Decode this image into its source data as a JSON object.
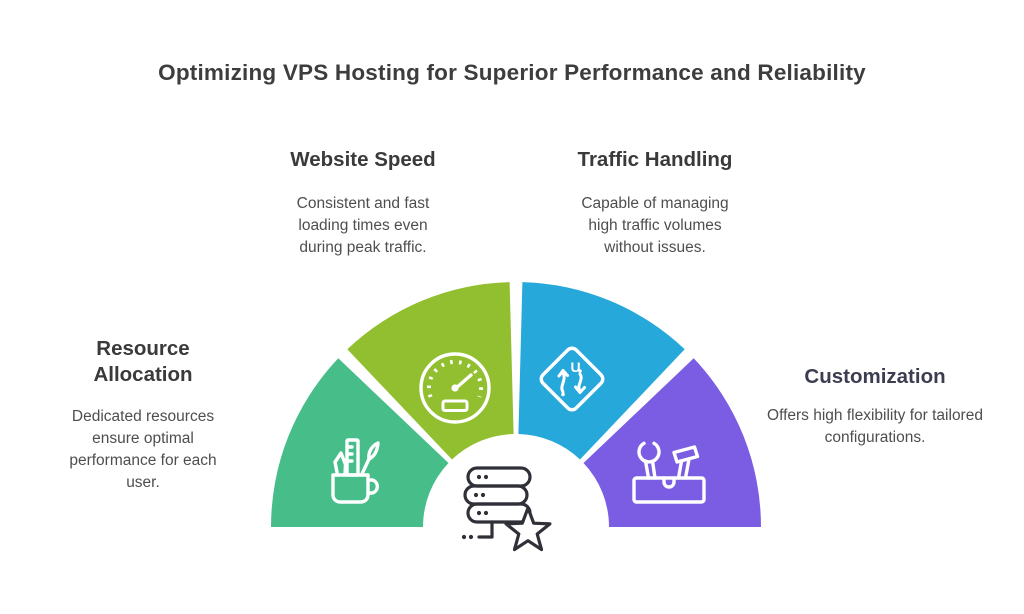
{
  "title": "Optimizing VPS Hosting for Superior Performance and Reliability",
  "colors": {
    "background": "#FFFFFF",
    "title_text": "#3D3D3D",
    "heading_text": "#3A3A3A",
    "customization_heading_text": "#3D3D52",
    "body_text": "#4E4E4E",
    "segment_icon_stroke": "#FFFFFF",
    "center_icon_stroke": "#2F3038"
  },
  "sections": {
    "website_speed": {
      "heading": "Website Speed",
      "body": "Consistent and fast loading times even during peak traffic."
    },
    "traffic_handling": {
      "heading": "Traffic Handling",
      "body": "Capable of managing high traffic volumes without issues."
    },
    "resource_allocation": {
      "heading": "Resource Allocation",
      "body": "Dedicated resources ensure optimal performance for each user."
    },
    "customization": {
      "heading": "Customization",
      "body": "Offers high flexibility for tailored configurations."
    }
  },
  "segments": [
    {
      "label": "Resource Allocation",
      "color": "#47BE8A",
      "icon": "design-tools-mug-icon"
    },
    {
      "label": "Website Speed",
      "color": "#92BF2F",
      "icon": "speedometer-icon"
    },
    {
      "label": "Traffic Handling",
      "color": "#27A8DA",
      "icon": "traffic-sign-icon",
      "sign_letter": "U"
    },
    {
      "label": "Customization",
      "color": "#7B5DE4",
      "icon": "toolbox-icon"
    }
  ],
  "center_icon": {
    "name": "server-rating-star-icon"
  }
}
